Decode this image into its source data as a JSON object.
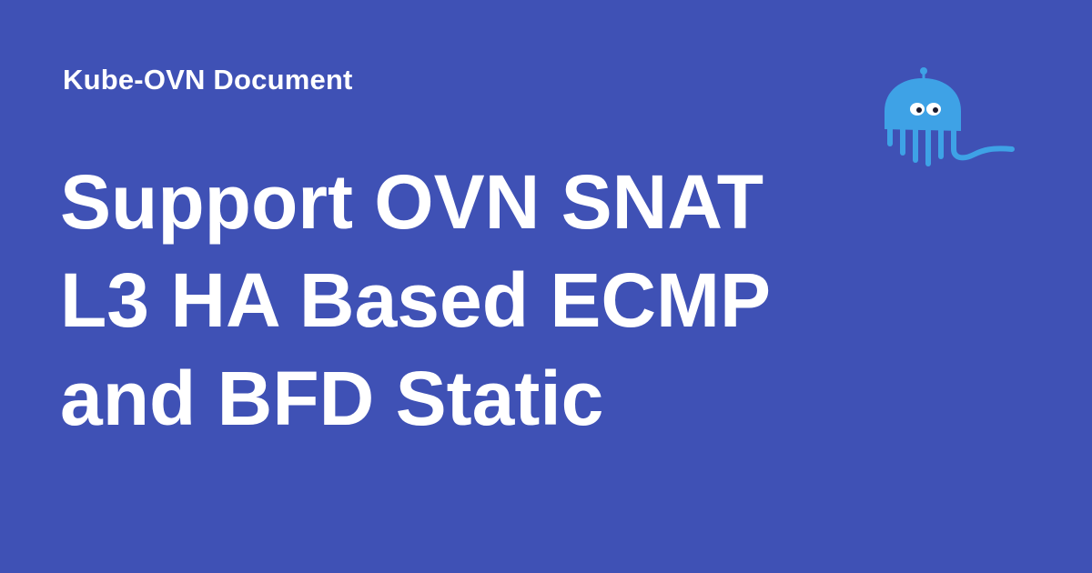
{
  "site": {
    "name": "Kube-OVN Document"
  },
  "page": {
    "title": "Support OVN SNAT L3 HA Based ECMP and BFD Static"
  },
  "logo": {
    "icon": "kube-ovn-octopus-logo",
    "body_color": "#3ea2e6",
    "eye_color": "#ffffff",
    "pupil_color": "#1a1a2e"
  },
  "colors": {
    "background": "#3f51b5",
    "text": "#ffffff"
  }
}
